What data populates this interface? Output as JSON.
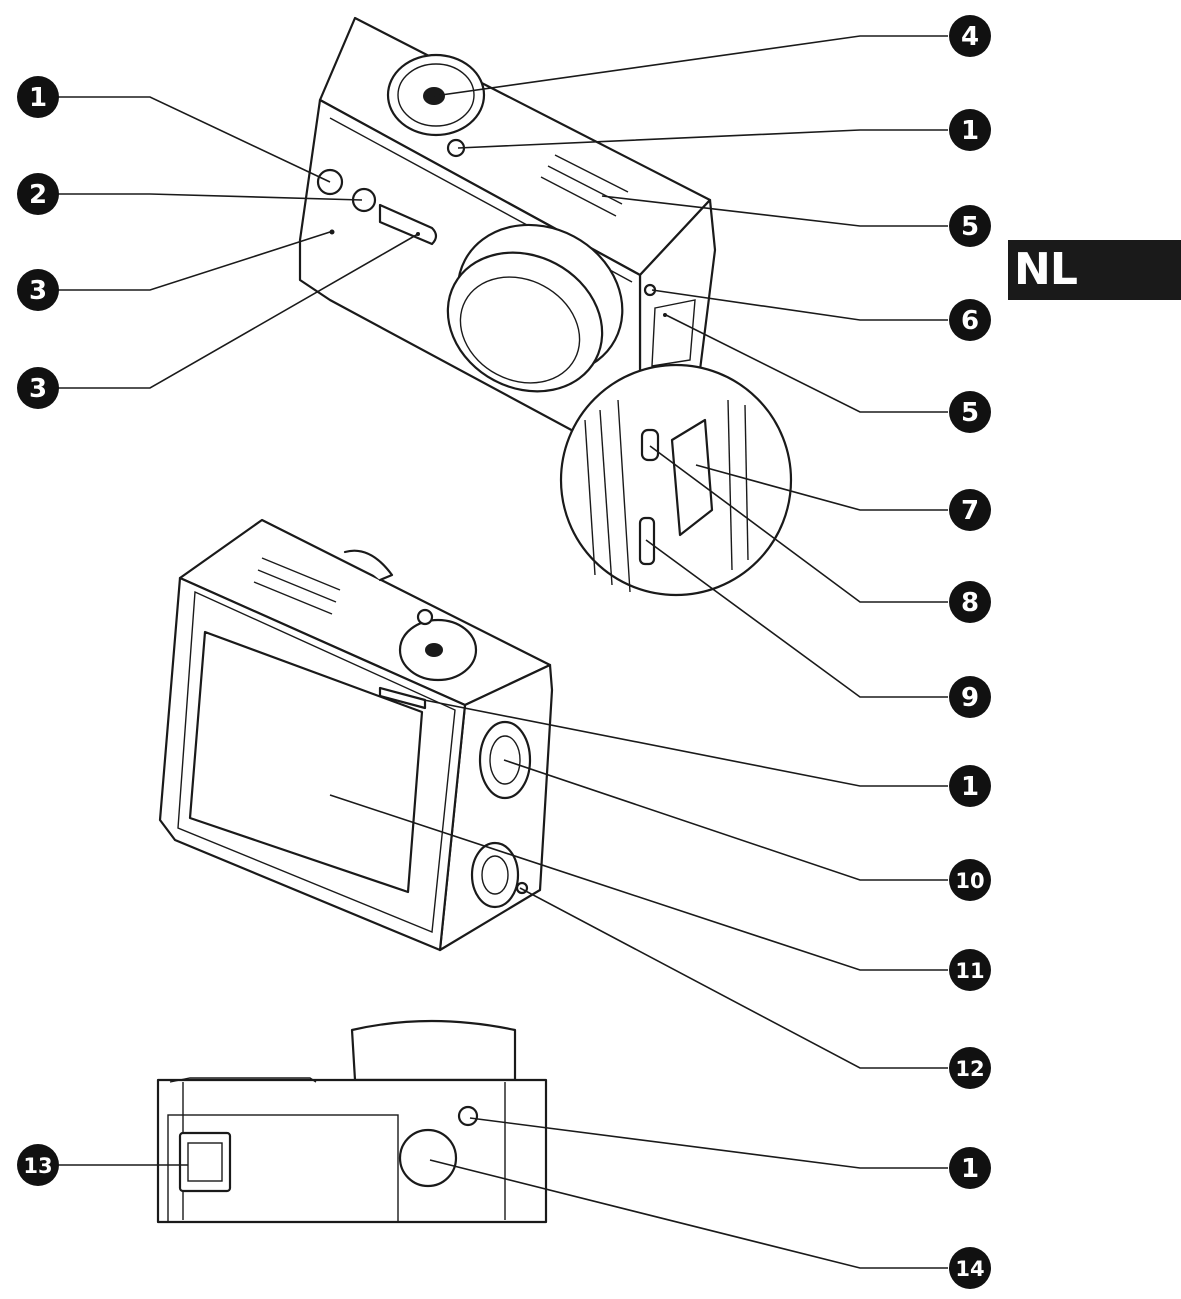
{
  "language_tab": "NL",
  "callouts": [
    {
      "id": "callout-4",
      "label": "4"
    },
    {
      "id": "callout-1a",
      "label": "1"
    },
    {
      "id": "callout-5a",
      "label": "5"
    },
    {
      "id": "callout-6",
      "label": "6"
    },
    {
      "id": "callout-5b",
      "label": "5"
    },
    {
      "id": "callout-7",
      "label": "7"
    },
    {
      "id": "callout-8",
      "label": "8"
    },
    {
      "id": "callout-9",
      "label": "9"
    },
    {
      "id": "callout-1b",
      "label": "1"
    },
    {
      "id": "callout-10",
      "label": "10"
    },
    {
      "id": "callout-11",
      "label": "11"
    },
    {
      "id": "callout-12",
      "label": "12"
    },
    {
      "id": "callout-1c",
      "label": "1"
    },
    {
      "id": "callout-14",
      "label": "14"
    },
    {
      "id": "callout-1d",
      "label": "1"
    },
    {
      "id": "callout-2",
      "label": "2"
    },
    {
      "id": "callout-3a",
      "label": "3"
    },
    {
      "id": "callout-3b",
      "label": "3"
    },
    {
      "id": "callout-13",
      "label": "13"
    }
  ]
}
